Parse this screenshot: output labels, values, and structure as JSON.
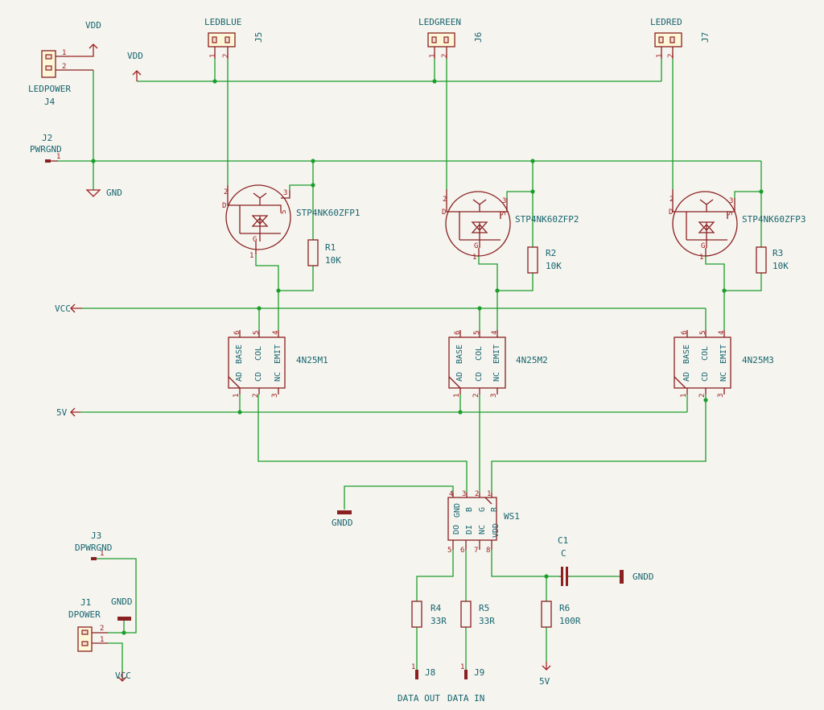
{
  "connectors": {
    "j5": {
      "ref": "J5",
      "value": "LEDBLUE"
    },
    "j6": {
      "ref": "J6",
      "value": "LEDGREEN"
    },
    "j7": {
      "ref": "J7",
      "value": "LEDRED"
    },
    "j4": {
      "ref": "J4",
      "value": "LEDPOWER"
    },
    "j2": {
      "ref": "J2",
      "value": "PWRGND"
    },
    "j3": {
      "ref": "J3",
      "value": "DPWRGND"
    },
    "j1": {
      "ref": "J1",
      "value": "DPOWER"
    },
    "j8": {
      "ref": "J8",
      "value": "DATA OUT"
    },
    "j9": {
      "ref": "J9",
      "value": "DATA IN"
    }
  },
  "transistors": [
    {
      "ref": "STP4NK60ZFP1"
    },
    {
      "ref": "STP4NK60ZFP2"
    },
    {
      "ref": "STP4NK60ZFP3"
    }
  ],
  "optocouplers": [
    {
      "ref": "4N25M1"
    },
    {
      "ref": "4N25M2"
    },
    {
      "ref": "4N25M3"
    }
  ],
  "optocoupler_pins": {
    "top": [
      "BASE",
      "COL",
      "EMIT"
    ],
    "bottom": [
      "AD",
      "CD",
      "NC"
    ]
  },
  "resistors": {
    "r1": {
      "ref": "R1",
      "value": "10K"
    },
    "r2": {
      "ref": "R2",
      "value": "10K"
    },
    "r3": {
      "ref": "R3",
      "value": "10K"
    },
    "r4": {
      "ref": "R4",
      "value": "33R"
    },
    "r5": {
      "ref": "R5",
      "value": "33R"
    },
    "r6": {
      "ref": "R6",
      "value": "100R"
    }
  },
  "capacitor": {
    "ref": "C1",
    "value": "C"
  },
  "ws": {
    "ref": "WS1",
    "top_pins": [
      "GND",
      "B",
      "G",
      "R"
    ],
    "bottom_pins": [
      "DO",
      "DI",
      "NC",
      "VDD"
    ]
  },
  "power": {
    "vdd": "VDD",
    "gnd": "GND",
    "gndd": "GNDD",
    "vcc": "VCC",
    "v5": "5V"
  }
}
